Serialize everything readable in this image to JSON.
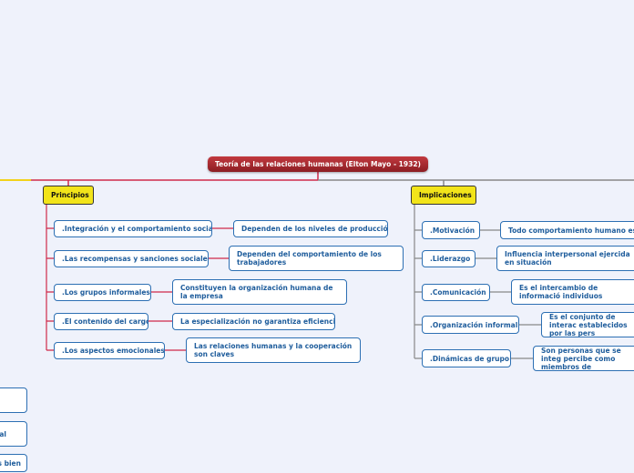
{
  "root": "Teoría de las relaciones humanas (Elton Mayo - 1932)",
  "principios": {
    "label": "Principios",
    "items": [
      {
        "label": ".Integración y el comportamiento social",
        "detail": "Dependen de los niveles de producción"
      },
      {
        "label": ".Las recompensas y sanciones sociales",
        "detail": "Dependen del comportamiento de los trabajadores"
      },
      {
        "label": ".Los grupos informales",
        "detail": "Constituyen la organización humana de la empresa"
      },
      {
        "label": ".El contenido del cargo",
        "detail": "La especialización no garantiza eficiencia"
      },
      {
        "label": ".Los aspectos emocionales",
        "detail": "Las relaciones humanas y la cooperación son claves"
      }
    ]
  },
  "implicaciones": {
    "label": "Implicaciones",
    "items": [
      {
        "label": ".Motivación",
        "detail": "Todo comportamiento humano es m"
      },
      {
        "label": ".Liderazgo",
        "detail": "Influencia interpersonal ejercida en situación"
      },
      {
        "label": ".Comunicación",
        "detail": "Es el intercambio de informació individuos"
      },
      {
        "label": ".Organización informal",
        "detail": "Es el conjunto de interac establecidos por las pers"
      },
      {
        "label": ".Dinámicas de grupo",
        "detail": "Son personas que se integ percibe como miembros de"
      }
    ]
  },
  "left_partial": [
    "",
    "al",
    "s bien"
  ],
  "colors": {
    "root_bg": "#a8262d",
    "main_bg": "#f2e41a",
    "item_border": "#2c6fb3",
    "item_text": "#1f5d9c",
    "left_branch": "#cf2a4a",
    "right_branch": "#888888",
    "far_left_branch": "#f2d21a",
    "background": "#eff2fb"
  }
}
